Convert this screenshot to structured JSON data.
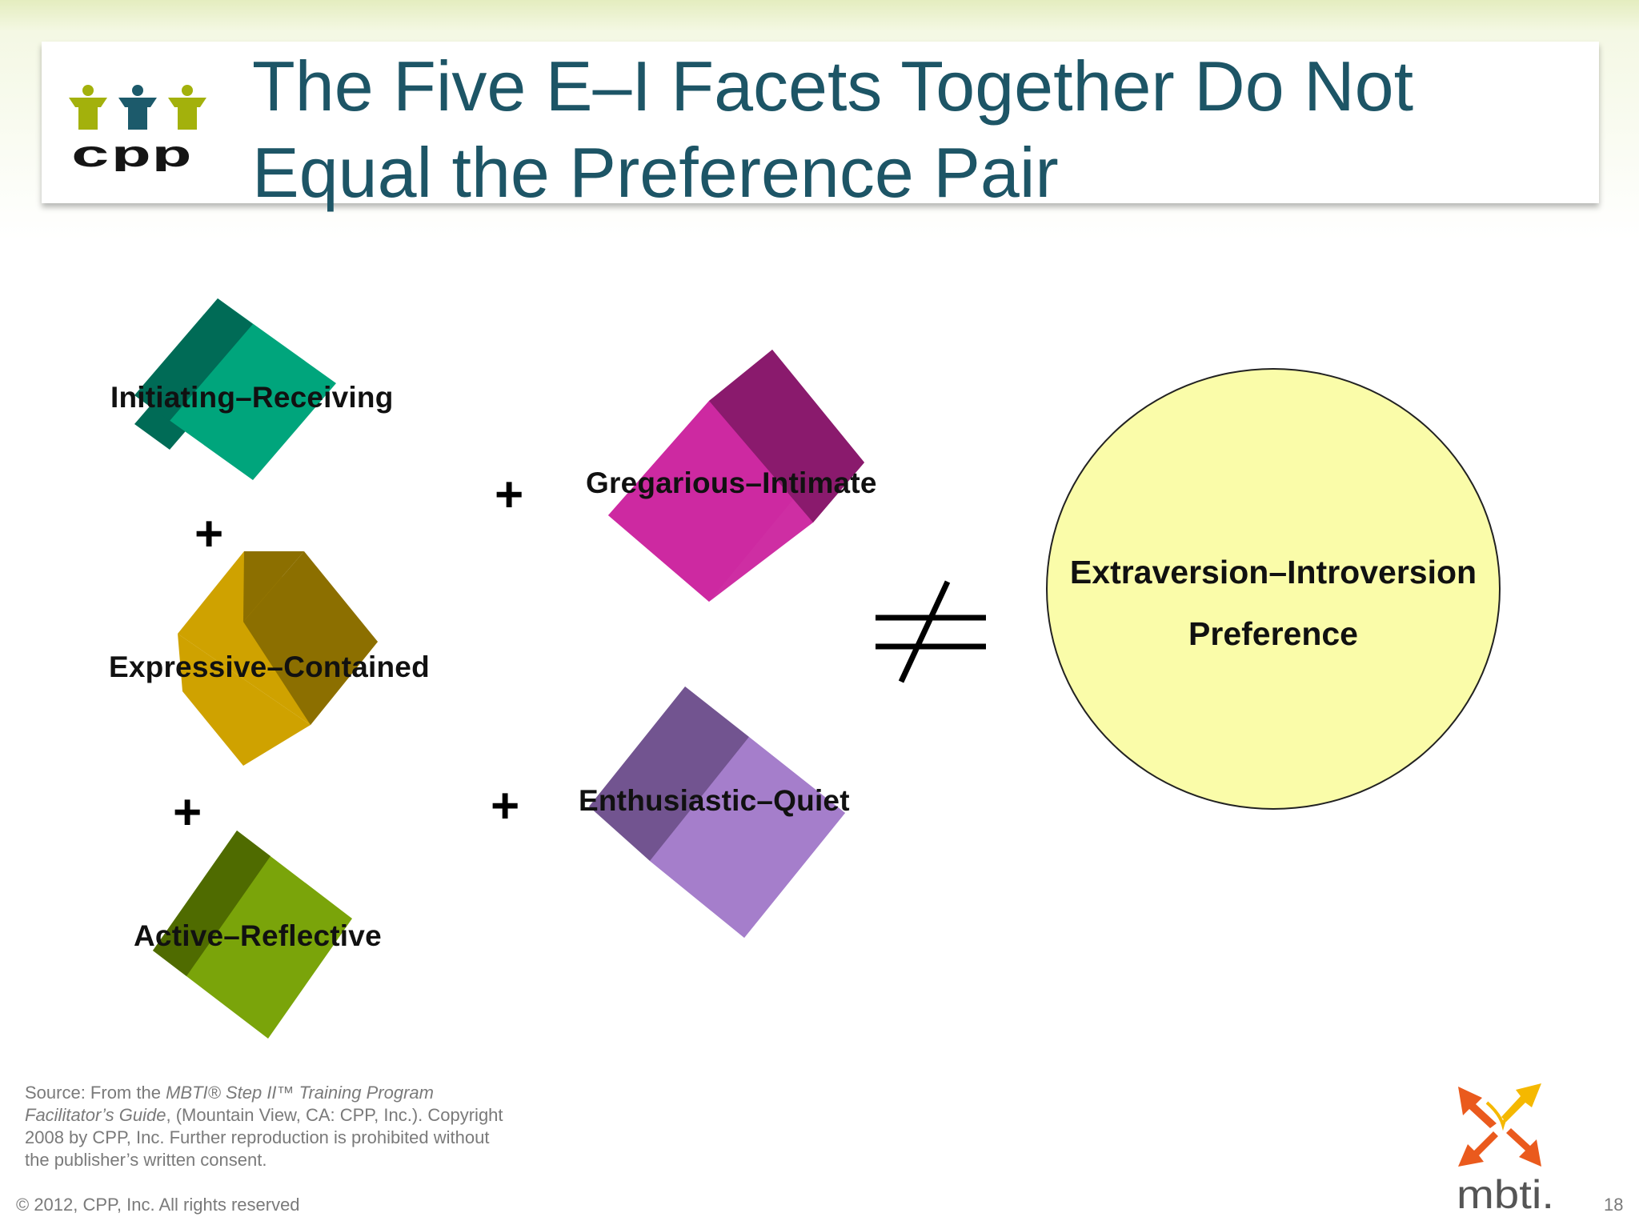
{
  "title": {
    "line1": "The Five E–I Facets Together Do Not",
    "line2": "Equal the Preference Pair"
  },
  "logo": {
    "text": "cpp",
    "icon": "cpp-people-logo-icon",
    "colors": {
      "green": "#a3b10c",
      "teal": "#1c5a6b",
      "text": "#151515"
    }
  },
  "facets": [
    {
      "label": "Initiating–Receiving",
      "colors": {
        "front": "#00a57c",
        "side": "#006b56"
      }
    },
    {
      "label": "Expressive–Contained",
      "colors": {
        "front": "#cfa200",
        "side": "#8c6f00"
      }
    },
    {
      "label": "Active–Reflective",
      "colors": {
        "front": "#7aa40a",
        "side": "#4f6b00"
      }
    },
    {
      "label": "Gregarious–Intimate",
      "colors": {
        "front": "#cd2aa1",
        "side": "#8a1a6d"
      }
    },
    {
      "label": "Enthusiastic–Quiet",
      "colors": {
        "front": "#a57ecb",
        "side": "#725490"
      }
    }
  ],
  "operators": {
    "plus": "+",
    "not_equal_icon": "not-equal-icon"
  },
  "preference": {
    "line1": "Extraversion–Introversion",
    "line2": "Preference",
    "fill": "#fafca9"
  },
  "footer": {
    "source_prefix": "Source:  From the ",
    "source_title": "MBTI® Step II™ Training Program Facilitator’s Guide",
    "source_rest": ", (Mountain View, CA: CPP, Inc.). Copyright 2008 by CPP, Inc.  Further reproduction is prohibited without the publisher’s written consent.",
    "copyright": "© 2012, CPP, Inc. All rights reserved",
    "page_number": "18"
  },
  "mbti_logo": {
    "text": "mbti.",
    "icon": "mbti-star-logo-icon",
    "colors": {
      "orange": "#ea5a1d",
      "yellow": "#f5b800"
    }
  },
  "colors": {
    "title": "#1d5566",
    "text": "#111111",
    "footer_text": "#7a7a7a"
  }
}
